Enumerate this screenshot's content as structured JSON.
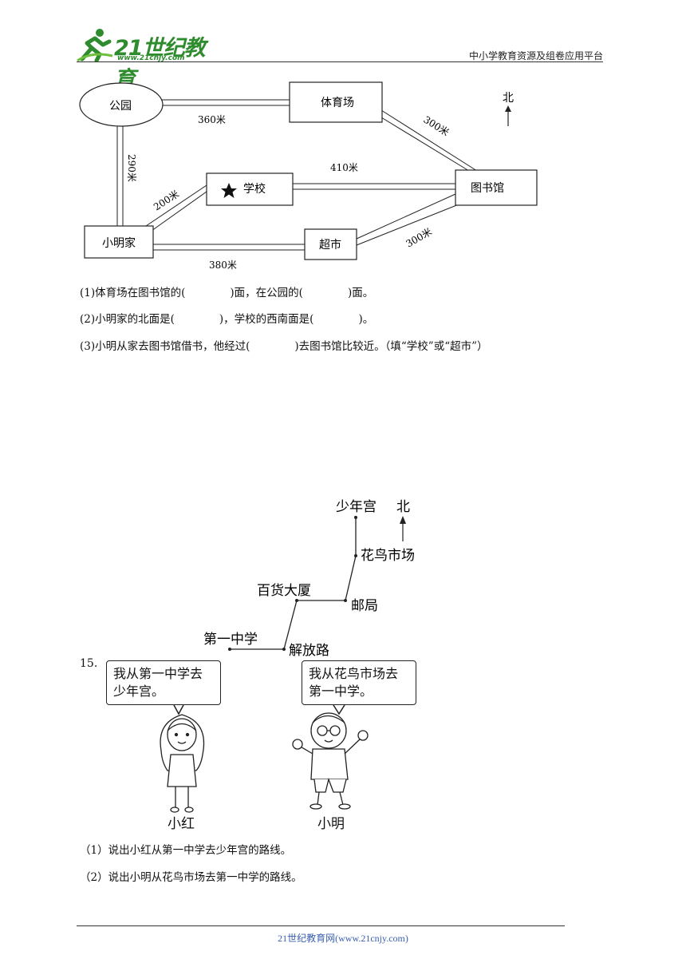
{
  "header": {
    "logo_text": "21世纪教育",
    "logo_url": "www.21cnjy.com",
    "right_text": "中小学教育资源及组卷应用平台"
  },
  "map1": {
    "north": "北",
    "places": {
      "park": "公园",
      "stadium": "体育场",
      "school": "学校",
      "library": "图书馆",
      "home": "小明家",
      "market": "超市"
    },
    "distances": {
      "park_stadium": "360米",
      "stadium_library": "300米",
      "park_home": "290米",
      "home_school": "200米",
      "school_library": "410米",
      "home_market": "380米",
      "market_library": "300米"
    }
  },
  "questions14": [
    {
      "a": "(1)体育场在图书馆的(",
      "b": ")面，在公园的(",
      "c": ")面。"
    },
    {
      "a": "(2)小明家的北面是(",
      "b": ")，学校的西南面是(",
      "c": ")。"
    },
    {
      "a": "(3)小明从家去图书馆借书，他经过(",
      "b": ")去图书馆比较近。（填“学校”或“超市”）",
      "c": ""
    }
  ],
  "problem15": {
    "number": "15.",
    "north": "北",
    "places": {
      "youth_palace": "少年宫",
      "flower_market": "花鸟市场",
      "post_office": "邮局",
      "dept_store": "百货大厦",
      "first_school": "第一中学",
      "liberation_road": "解放路"
    },
    "bubble_girl": "我从第一中学去少年宫。",
    "bubble_boy": "我从花鸟市场去第一中学。",
    "girl_name": "小红",
    "boy_name": "小明",
    "questions": [
      "（1）说出小红从第一中学去少年宫的路线。",
      "（2）说出小明从花鸟市场去第一中学的路线。"
    ]
  },
  "footer": {
    "text": "21世纪教育网(www.21cnjy.com)"
  }
}
